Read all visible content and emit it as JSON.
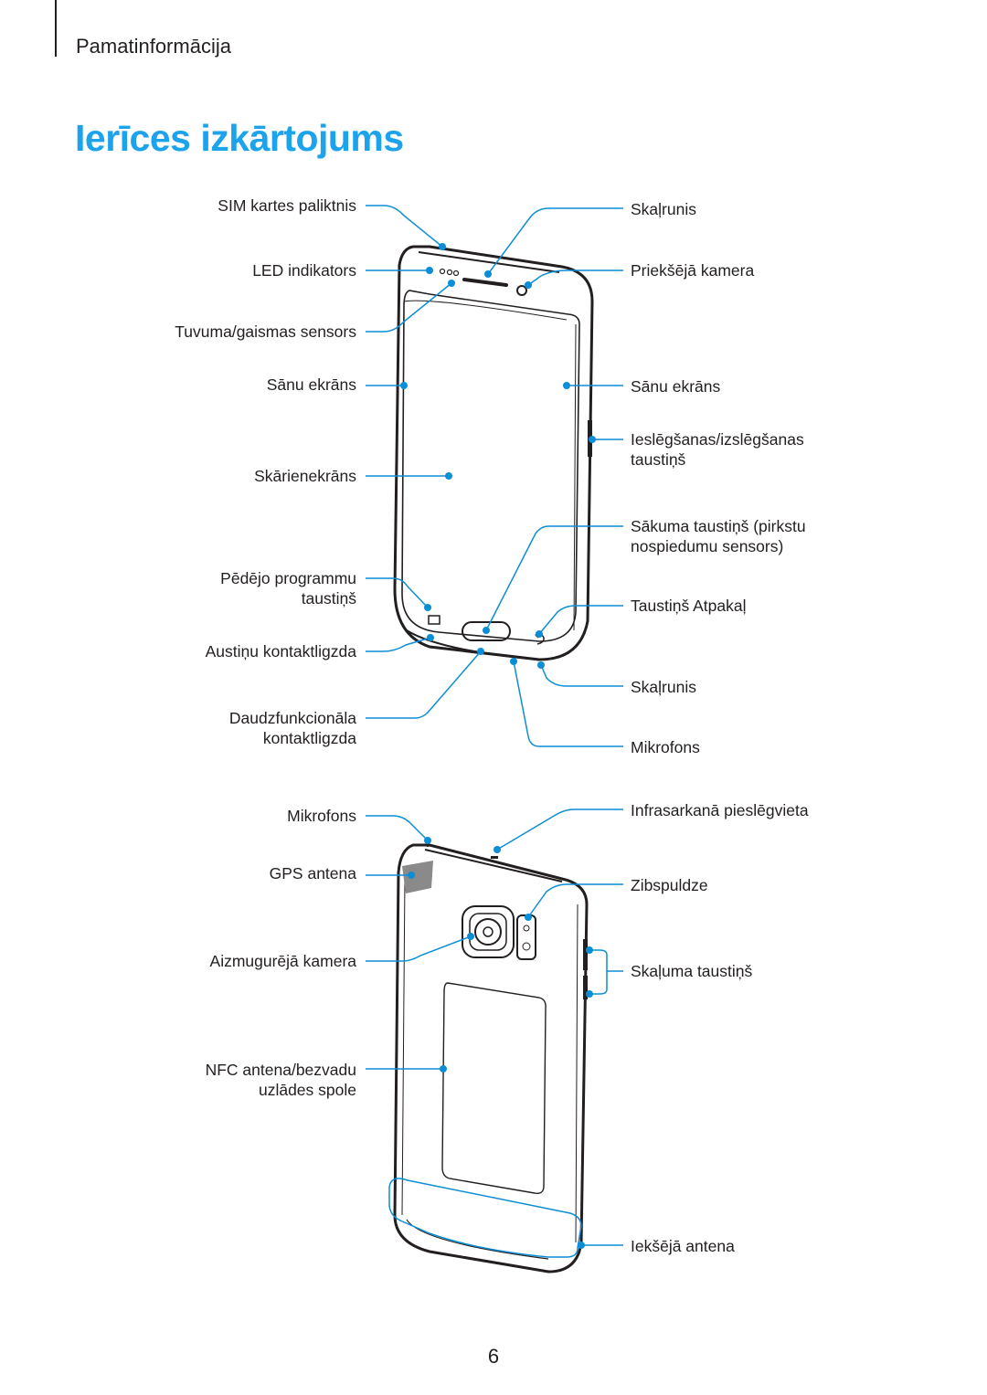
{
  "header": {
    "section": "Pamatinformācija"
  },
  "page_title": "Ierīces izkārtojums",
  "front": {
    "left": {
      "sim_tray": "SIM kartes paliktnis",
      "led": "LED indikators",
      "proximity": "Tuvuma/gaismas sensors",
      "edge_screen": "Sānu ekrāns",
      "touchscreen": "Skārienekrāns",
      "recent_line1": "Pēdējo programmu",
      "recent_line2": "taustiņš",
      "headset": "Austiņu kontaktligzda",
      "multi_line1": "Daudzfunkcionāla",
      "multi_line2": "kontaktligzda"
    },
    "right": {
      "speaker_top": "Skaļrunis",
      "front_camera": "Priekšējā kamera",
      "edge_screen": "Sānu ekrāns",
      "power_line1": "Ieslēgšanas/izslēgšanas",
      "power_line2": "taustiņš",
      "home_line1": "Sākuma taustiņš (pirkstu",
      "home_line2": "nospiedumu sensors)",
      "back": "Taustiņš Atpakaļ",
      "speaker_bottom": "Skaļrunis",
      "mic": "Mikrofons"
    }
  },
  "back": {
    "left": {
      "mic": "Mikrofons",
      "gps": "GPS antena",
      "rear_camera": "Aizmugurējā kamera",
      "nfc_line1": "NFC antena/bezvadu",
      "nfc_line2": "uzlādes spole"
    },
    "right": {
      "ir": "Infrasarkanā pieslēgvieta",
      "flash": "Zibspuldze",
      "volume": "Skaļuma taustiņš",
      "antenna": "Iekšējā antena"
    }
  },
  "page_number": "6",
  "colors": {
    "accent": "#1ca3ec",
    "callout": "#0c8ed6",
    "text": "#231f20",
    "device": "#231f20"
  }
}
